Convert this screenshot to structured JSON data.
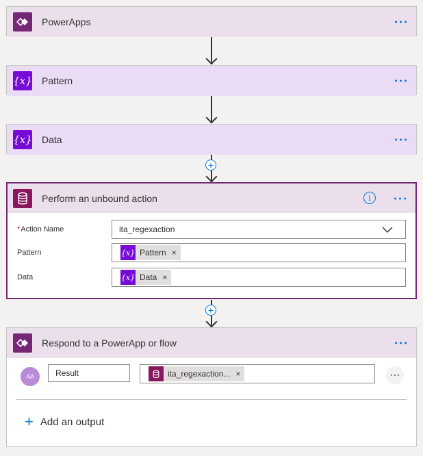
{
  "colors": {
    "powerapps_purple": "#742774",
    "variable_purple": "#770bd6",
    "header_tint": "#ebdfeb",
    "variable_tint": "#ebdcf5",
    "accent": "#0078d4",
    "dataverse_purple": "#88175f"
  },
  "steps": [
    {
      "title": "PowerApps",
      "icon": "powerapps-icon"
    },
    {
      "title": "Pattern",
      "icon": "variable-icon"
    },
    {
      "title": "Data",
      "icon": "variable-icon"
    }
  ],
  "action": {
    "title": "Perform an unbound action",
    "icon": "database-icon",
    "fields": {
      "action_name_label": "Action Name",
      "action_name_required": "*",
      "action_name_value": "ita_regexaction",
      "pattern_label": "Pattern",
      "pattern_token": "Pattern",
      "data_label": "Data",
      "data_token": "Data"
    }
  },
  "respond": {
    "title": "Respond to a PowerApp or flow",
    "avatar_text": "AA",
    "output_name": "Result",
    "output_token": "ita_regexaction...",
    "add_output_label": "Add an output",
    "add_output_plus": "+"
  },
  "glyphs": {
    "variable": "{x}",
    "remove": "×",
    "plus": "+",
    "chevron": "⌄",
    "info": "i"
  }
}
